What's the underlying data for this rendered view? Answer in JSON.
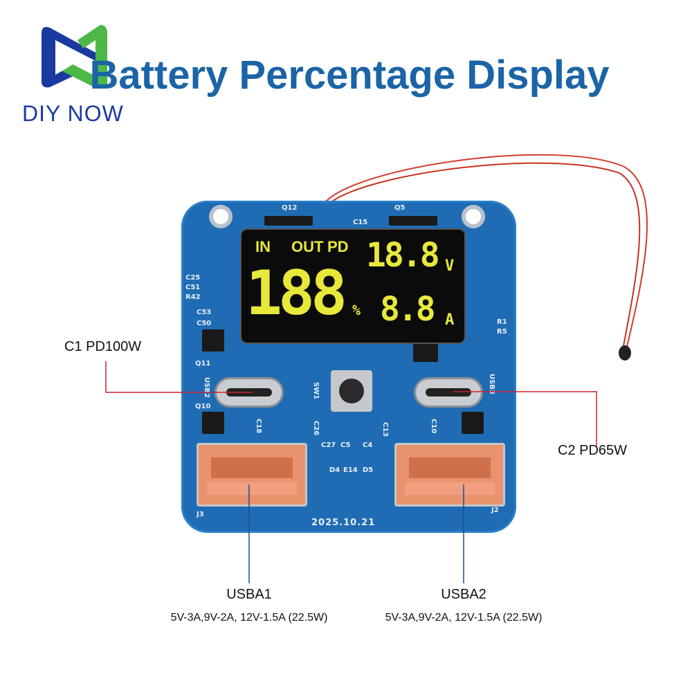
{
  "brand": {
    "name": "DIY NOW",
    "colors": {
      "blue": "#1a3aa0",
      "green": "#4cb848"
    }
  },
  "title": "Battery Percentage Display",
  "display": {
    "indicators": [
      "IN",
      "OUT",
      "PD"
    ],
    "percent": "188",
    "percent_unit": "%",
    "voltage": "18.8",
    "voltage_unit": "V",
    "current": "8.8",
    "current_unit": "A",
    "color": "#e8e83a"
  },
  "silkscreen": {
    "q12": "Q12",
    "q5": "Q5",
    "c15": "C15",
    "c25": "C25",
    "c51": "C51",
    "r42": "R42",
    "c53": "C53",
    "c50": "C50",
    "q11": "Q11",
    "usb2": "USB2",
    "usb3": "USB3",
    "q10": "Q10",
    "c18": "C18",
    "sw1": "SW1",
    "c26": "C26",
    "c27": "C27",
    "c5": "C5",
    "c4": "C4",
    "c13": "C13",
    "c10": "C10",
    "d4": "D4",
    "e14": "E14",
    "d5": "D5",
    "j3": "J3",
    "j2": "J2",
    "r1": "R1",
    "r5": "R5",
    "date": "2025.10.21"
  },
  "callouts": {
    "c1": "C1 PD100W",
    "c2": "C2 PD65W",
    "usba1": "USBA1",
    "usba1_spec": "5V-3A,9V-2A, 12V-1.5A (22.5W)",
    "usba2": "USBA2",
    "usba2_spec": "5V-3A,9V-2A, 12V-1.5A (22.5W)"
  }
}
